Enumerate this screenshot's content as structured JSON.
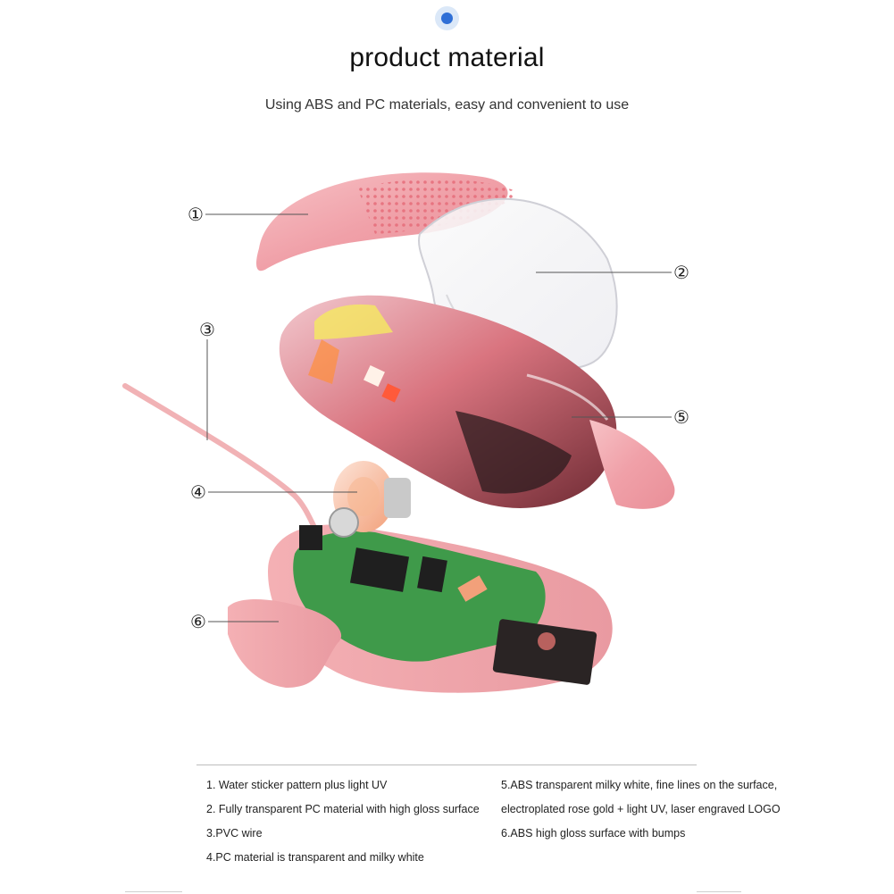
{
  "header": {
    "title": "product material",
    "subtitle": "Using ABS and PC materials, easy and convenient to use"
  },
  "callouts": [
    "①",
    "②",
    "③",
    "④",
    "⑤",
    "⑥"
  ],
  "legend": {
    "left": [
      "1. Water sticker pattern plus light UV",
      "2. Fully transparent PC material with high gloss surface",
      "3.PVC wire",
      "4.PC material is transparent and milky white"
    ],
    "right": [
      "5.ABS transparent milky white, fine lines on the surface,",
      "electroplated rose gold + light UV, laser engraved LOGO",
      "6.ABS high gloss surface with bumps"
    ]
  },
  "colors": {
    "accent": "#2f6fd6",
    "shell_pink": "#f2a7ad",
    "pcb_green": "#3f9a4a",
    "rose_gold": "#c9707a"
  }
}
